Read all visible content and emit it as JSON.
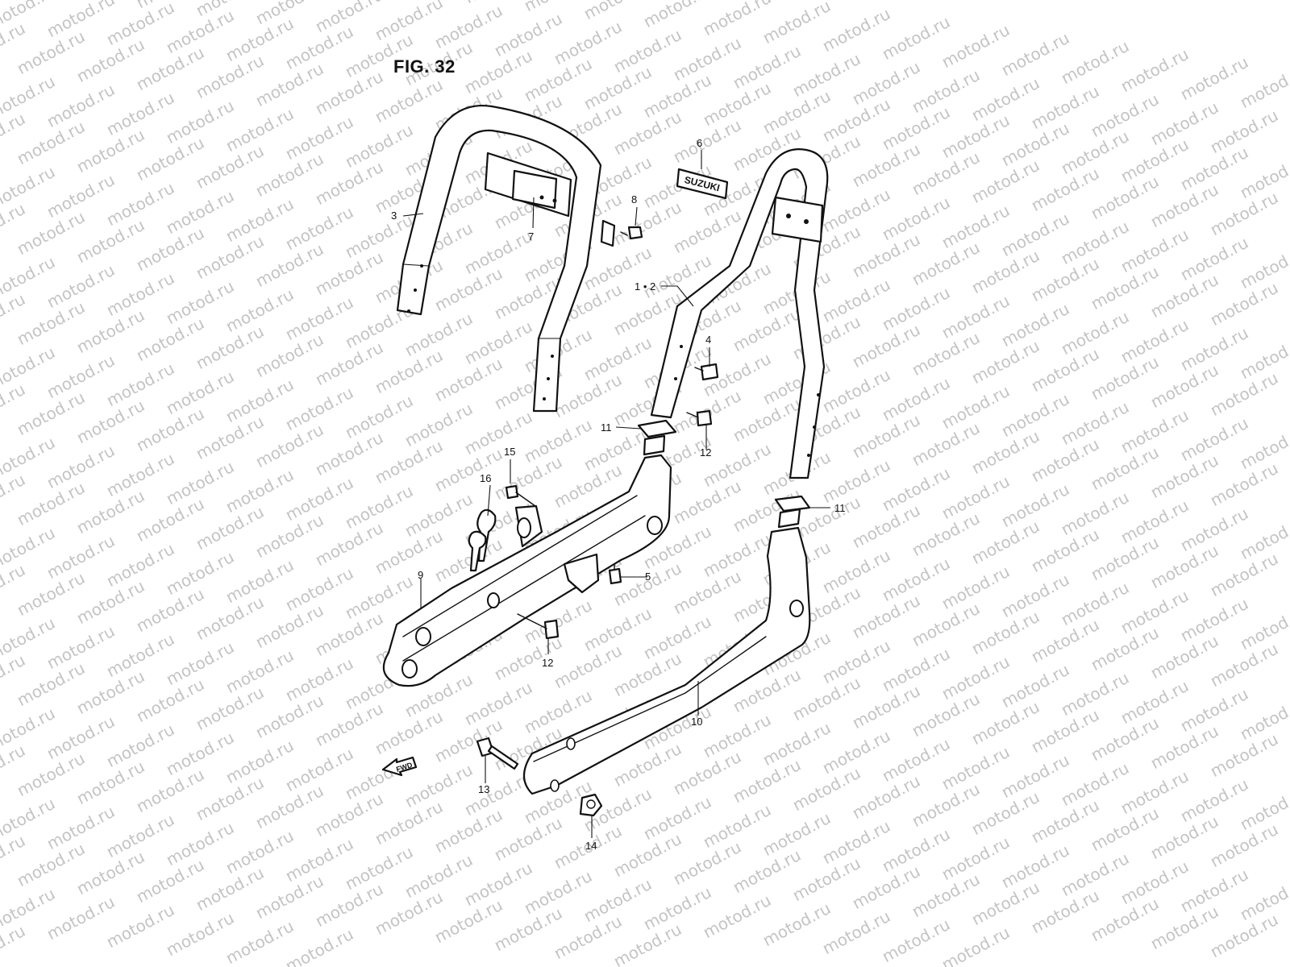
{
  "figure": {
    "title": "FIG. 32"
  },
  "watermark": {
    "text": "motod.ru"
  },
  "badge": {
    "text": "SUZUKI"
  },
  "direction": {
    "text": "FWD"
  },
  "callouts": {
    "c3": "3",
    "c7": "7",
    "c8": "8",
    "c6": "6",
    "c12": "1 • 2",
    "c4": "4",
    "c11a": "11",
    "c12a": "12",
    "c11b": "11",
    "c15": "15",
    "c16": "16",
    "c5": "5",
    "c9": "9",
    "c12b": "12",
    "c10": "10",
    "c13": "13",
    "c14": "14"
  }
}
